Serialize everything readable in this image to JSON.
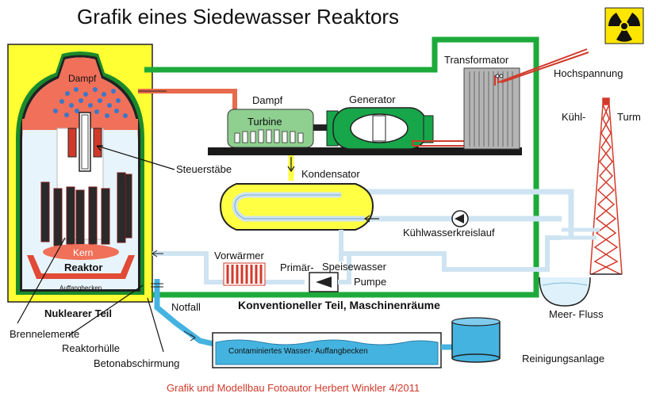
{
  "title": "Grafik eines Siedewasser Reaktors",
  "credit": "Grafik und Modellbau Fotoautor Herbert Winkler 4/2011",
  "labels": {
    "dampf_reactor": "Dampf",
    "steuerstaebe": "Steuerstäbe",
    "kern": "Kern",
    "reaktor": "Reaktor",
    "auffangbecken": "Auffangbecken",
    "nuklearer_teil": "Nuklearer Teil",
    "brennelemente": "Brennelemente",
    "reaktorhuelle": "Reaktorhülle",
    "betonabschirmung": "Betonabschirmung",
    "notfall": "Notfall",
    "dampf_turbine": "Dampf",
    "turbine": "Turbine",
    "generator": "Generator",
    "transformator": "Transformator",
    "hochspannung": "Hochspannung",
    "kondensator": "Kondensator",
    "kuehlwasserkreislauf": "Kühlwasserkreislauf",
    "vorwaermer": "Vorwärmer",
    "primaer": "Primär-",
    "speisewasser": "Speisewasser",
    "pumpe": "Pumpe",
    "konventioneller_teil": "Konventioneller Teil, Maschinenräume",
    "kontaminiertes_wasser": "Contaminiertes Wasser- Auffangbecken",
    "reinigungsanlage": "Reinigungsanlage",
    "kuehl": "Kühl-",
    "turm": "Turm",
    "meer_fluss": "Meer- Fluss"
  },
  "colors": {
    "concrete": "#ffff33",
    "hull": "#e8f4fb",
    "steam": "#f0705a",
    "green_pipe": "#1daa3a",
    "cool_pipe": "#cfe4f2",
    "turbine": "#8fcf90",
    "generator": "#17a64a",
    "condenser": "#ffff44",
    "water": "#45b3e0",
    "tower": "#d43a2a"
  },
  "icons": {
    "radiation": "radiation-warning-icon",
    "pump": "pump-arrow-icon",
    "cooling_pump": "circulation-pump-icon"
  }
}
